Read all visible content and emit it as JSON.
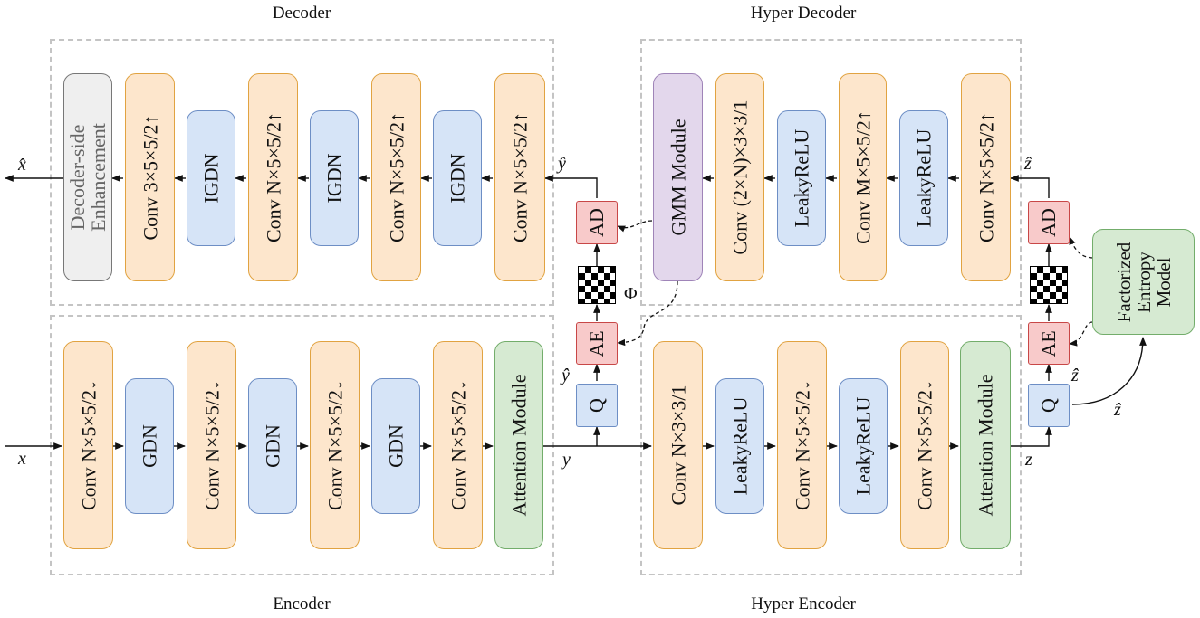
{
  "sections": {
    "decoder": "Decoder",
    "hyper_decoder": "Hyper Decoder",
    "encoder": "Encoder",
    "hyper_encoder": "Hyper Encoder"
  },
  "encoder_blocks": [
    "Conv N×5×5/2↓",
    "GDN",
    "Conv N×5×5/2↓",
    "GDN",
    "Conv N×5×5/2↓",
    "GDN",
    "Conv N×5×5/2↓",
    "Attention Module"
  ],
  "decoder_blocks": [
    "Decoder-side Enhancement",
    "Conv 3×5×5/2↑",
    "IGDN",
    "Conv N×5×5/2↑",
    "IGDN",
    "Conv N×5×5/2↑",
    "IGDN",
    "Conv N×5×5/2↑"
  ],
  "hyper_encoder_blocks": [
    "Conv N×3×3/1",
    "LeakyReLU",
    "Conv N×5×5/2↓",
    "LeakyReLU",
    "Conv N×5×5/2↓",
    "Attention Module"
  ],
  "hyper_decoder_blocks": [
    "GMM Module",
    "Conv (2×N)×3×3/1",
    "LeakyReLU",
    "Conv M×5×5/2↑",
    "LeakyReLU",
    "Conv N×5×5/2↑"
  ],
  "small_blocks": {
    "q": "Q",
    "ae": "AE",
    "ad": "AD"
  },
  "entropy_model": "Factorized\nEntropy\nModel",
  "signals": {
    "x": "x",
    "x_hat": "x̂",
    "y": "y",
    "y_hat": "ŷ",
    "z": "z",
    "z_hat": "ẑ",
    "phi": "Φ"
  }
}
